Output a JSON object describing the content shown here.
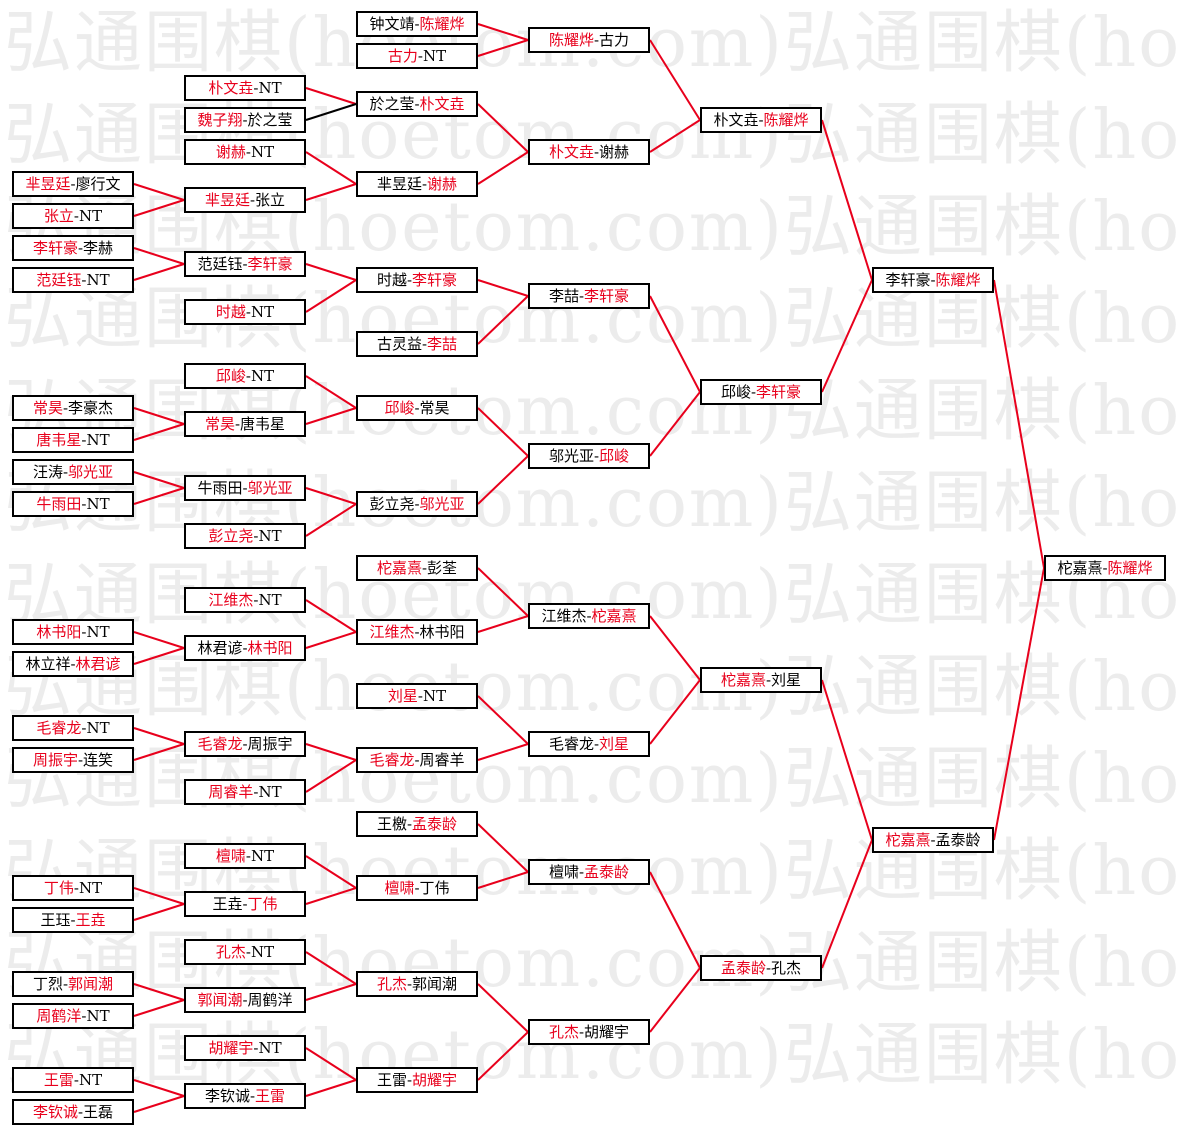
{
  "watermark": {
    "text": "弘通围棋(hoetom.com)弘通围棋(hoetom.com)弘通围棋(hoetom.",
    "lines": 12
  },
  "colors": {
    "winner": "#e8001c",
    "loser": "#000000",
    "win_line": "#e8001c",
    "lose_line": "#000000"
  },
  "matches": [
    {
      "id": "r1m1",
      "a": "芈昱廷",
      "b": "廖行文",
      "w": 0
    },
    {
      "id": "r1m2",
      "a": "张立",
      "b": "NT",
      "w": 0
    },
    {
      "id": "r1m3",
      "a": "李轩豪",
      "b": "李赫",
      "w": 0
    },
    {
      "id": "r1m4",
      "a": "范廷钰",
      "b": "NT",
      "w": 0
    },
    {
      "id": "r1m5",
      "a": "常昊",
      "b": "李豪杰",
      "w": 0
    },
    {
      "id": "r1m6",
      "a": "唐韦星",
      "b": "NT",
      "w": 0
    },
    {
      "id": "r1m7",
      "a": "汪涛",
      "b": "邬光亚",
      "w": 1
    },
    {
      "id": "r1m8",
      "a": "牛雨田",
      "b": "NT",
      "w": 0
    },
    {
      "id": "r1m9",
      "a": "林书阳",
      "b": "NT",
      "w": 0
    },
    {
      "id": "r1m10",
      "a": "林立祥",
      "b": "林君谚",
      "w": 1
    },
    {
      "id": "r1m11",
      "a": "毛睿龙",
      "b": "NT",
      "w": 0
    },
    {
      "id": "r1m12",
      "a": "周振宇",
      "b": "连笑",
      "w": 0
    },
    {
      "id": "r1m13",
      "a": "丁伟",
      "b": "NT",
      "w": 0
    },
    {
      "id": "r1m14",
      "a": "王珏",
      "b": "王垚",
      "w": 1
    },
    {
      "id": "r1m15",
      "a": "丁烈",
      "b": "郭闻潮",
      "w": 1
    },
    {
      "id": "r1m16",
      "a": "周鹤洋",
      "b": "NT",
      "w": 0
    },
    {
      "id": "r1m17",
      "a": "王雷",
      "b": "NT",
      "w": 0
    },
    {
      "id": "r1m18",
      "a": "李钦诚",
      "b": "王磊",
      "w": 0
    },
    {
      "id": "r2m1",
      "a": "朴文垚",
      "b": "NT",
      "w": 0
    },
    {
      "id": "r2m2",
      "a": "魏子翔",
      "b": "於之莹",
      "w": 0
    },
    {
      "id": "r2m3",
      "a": "谢赫",
      "b": "NT",
      "w": 0
    },
    {
      "id": "r2m4",
      "a": "芈昱廷",
      "b": "张立",
      "w": 0
    },
    {
      "id": "r2m5",
      "a": "范廷钰",
      "b": "李轩豪",
      "w": 1
    },
    {
      "id": "r2m6",
      "a": "时越",
      "b": "NT",
      "w": 0
    },
    {
      "id": "r2m7",
      "a": "邱峻",
      "b": "NT",
      "w": 0
    },
    {
      "id": "r2m8",
      "a": "常昊",
      "b": "唐韦星",
      "w": 0
    },
    {
      "id": "r2m9",
      "a": "牛雨田",
      "b": "邬光亚",
      "w": 1
    },
    {
      "id": "r2m10",
      "a": "彭立尧",
      "b": "NT",
      "w": 0
    },
    {
      "id": "r2m11",
      "a": "江维杰",
      "b": "NT",
      "w": 0
    },
    {
      "id": "r2m12",
      "a": "林君谚",
      "b": "林书阳",
      "w": 1
    },
    {
      "id": "r2m13",
      "a": "毛睿龙",
      "b": "周振宇",
      "w": 0
    },
    {
      "id": "r2m14",
      "a": "周睿羊",
      "b": "NT",
      "w": 0
    },
    {
      "id": "r2m15",
      "a": "檀啸",
      "b": "NT",
      "w": 0
    },
    {
      "id": "r2m16",
      "a": "王垚",
      "b": "丁伟",
      "w": 1
    },
    {
      "id": "r2m17",
      "a": "孔杰",
      "b": "NT",
      "w": 0
    },
    {
      "id": "r2m18",
      "a": "郭闻潮",
      "b": "周鹤洋",
      "w": 0
    },
    {
      "id": "r2m19",
      "a": "胡耀宇",
      "b": "NT",
      "w": 0
    },
    {
      "id": "r2m20",
      "a": "李钦诚",
      "b": "王雷",
      "w": 1
    },
    {
      "id": "r3m1",
      "a": "钟文靖",
      "b": "陈耀烨",
      "w": 1
    },
    {
      "id": "r3m2",
      "a": "古力",
      "b": "NT",
      "w": 0
    },
    {
      "id": "r3m3",
      "a": "於之莹",
      "b": "朴文垚",
      "w": 1
    },
    {
      "id": "r3m4",
      "a": "芈昱廷",
      "b": "谢赫",
      "w": 1
    },
    {
      "id": "r3m5",
      "a": "时越",
      "b": "李轩豪",
      "w": 1
    },
    {
      "id": "r3m6",
      "a": "古灵益",
      "b": "李喆",
      "w": 1
    },
    {
      "id": "r3m7",
      "a": "邱峻",
      "b": "常昊",
      "w": 0
    },
    {
      "id": "r3m8",
      "a": "彭立尧",
      "b": "邬光亚",
      "w": 1
    },
    {
      "id": "r3m9",
      "a": "柁嘉熹",
      "b": "彭荃",
      "w": 0
    },
    {
      "id": "r3m10",
      "a": "江维杰",
      "b": "林书阳",
      "w": 0
    },
    {
      "id": "r3m11",
      "a": "刘星",
      "b": "NT",
      "w": 0
    },
    {
      "id": "r3m12",
      "a": "毛睿龙",
      "b": "周睿羊",
      "w": 0
    },
    {
      "id": "r3m13",
      "a": "王檄",
      "b": "孟泰龄",
      "w": 1
    },
    {
      "id": "r3m14",
      "a": "檀啸",
      "b": "丁伟",
      "w": 0
    },
    {
      "id": "r3m15",
      "a": "孔杰",
      "b": "郭闻潮",
      "w": 0
    },
    {
      "id": "r3m16",
      "a": "王雷",
      "b": "胡耀宇",
      "w": 1
    },
    {
      "id": "r4m1",
      "a": "陈耀烨",
      "b": "古力",
      "w": 0
    },
    {
      "id": "r4m2",
      "a": "朴文垚",
      "b": "谢赫",
      "w": 0
    },
    {
      "id": "r4m3",
      "a": "李喆",
      "b": "李轩豪",
      "w": 1
    },
    {
      "id": "r4m4",
      "a": "邬光亚",
      "b": "邱峻",
      "w": 1
    },
    {
      "id": "r4m5",
      "a": "江维杰",
      "b": "柁嘉熹",
      "w": 1
    },
    {
      "id": "r4m6",
      "a": "毛睿龙",
      "b": "刘星",
      "w": 1
    },
    {
      "id": "r4m7",
      "a": "檀啸",
      "b": "孟泰龄",
      "w": 1
    },
    {
      "id": "r4m8",
      "a": "孔杰",
      "b": "胡耀宇",
      "w": 0
    },
    {
      "id": "r5m1",
      "a": "朴文垚",
      "b": "陈耀烨",
      "w": 1
    },
    {
      "id": "r5m2",
      "a": "邱峻",
      "b": "李轩豪",
      "w": 1
    },
    {
      "id": "r5m3",
      "a": "柁嘉熹",
      "b": "刘星",
      "w": 0
    },
    {
      "id": "r5m4",
      "a": "孟泰龄",
      "b": "孔杰",
      "w": 0
    },
    {
      "id": "r6m1",
      "a": "李轩豪",
      "b": "陈耀烨",
      "w": 1
    },
    {
      "id": "r6m2",
      "a": "柁嘉熹",
      "b": "孟泰龄",
      "w": 0
    },
    {
      "id": "r7m1",
      "a": "柁嘉熹",
      "b": "陈耀烨",
      "w": 1
    }
  ],
  "connections": [
    [
      "r1m1",
      "r2m4",
      1
    ],
    [
      "r1m2",
      "r2m4",
      1
    ],
    [
      "r1m3",
      "r2m5",
      1
    ],
    [
      "r1m4",
      "r2m5",
      1
    ],
    [
      "r1m5",
      "r2m8",
      1
    ],
    [
      "r1m6",
      "r2m8",
      1
    ],
    [
      "r1m7",
      "r2m9",
      1
    ],
    [
      "r1m8",
      "r2m9",
      1
    ],
    [
      "r1m9",
      "r2m12",
      1
    ],
    [
      "r1m10",
      "r2m12",
      1
    ],
    [
      "r1m11",
      "r2m13",
      1
    ],
    [
      "r1m12",
      "r2m13",
      1
    ],
    [
      "r1m13",
      "r2m16",
      1
    ],
    [
      "r1m14",
      "r2m16",
      1
    ],
    [
      "r1m15",
      "r2m18",
      1
    ],
    [
      "r1m16",
      "r2m18",
      1
    ],
    [
      "r1m17",
      "r2m20",
      1
    ],
    [
      "r1m18",
      "r2m20",
      1
    ],
    [
      "r2m1",
      "r3m3",
      1
    ],
    [
      "r2m2",
      "r3m3",
      0
    ],
    [
      "r2m3",
      "r3m4",
      1
    ],
    [
      "r2m4",
      "r3m4",
      1
    ],
    [
      "r2m5",
      "r3m5",
      1
    ],
    [
      "r2m6",
      "r3m5",
      1
    ],
    [
      "r2m7",
      "r3m7",
      1
    ],
    [
      "r2m8",
      "r3m7",
      1
    ],
    [
      "r2m9",
      "r3m8",
      1
    ],
    [
      "r2m10",
      "r3m8",
      1
    ],
    [
      "r2m11",
      "r3m10",
      1
    ],
    [
      "r2m12",
      "r3m10",
      1
    ],
    [
      "r2m13",
      "r3m12",
      1
    ],
    [
      "r2m14",
      "r3m12",
      1
    ],
    [
      "r2m15",
      "r3m14",
      1
    ],
    [
      "r2m16",
      "r3m14",
      1
    ],
    [
      "r2m17",
      "r3m15",
      1
    ],
    [
      "r2m18",
      "r3m15",
      1
    ],
    [
      "r2m19",
      "r3m16",
      1
    ],
    [
      "r2m20",
      "r3m16",
      1
    ],
    [
      "r3m1",
      "r4m1",
      1
    ],
    [
      "r3m2",
      "r4m1",
      1
    ],
    [
      "r3m3",
      "r4m2",
      1
    ],
    [
      "r3m4",
      "r4m2",
      1
    ],
    [
      "r3m5",
      "r4m3",
      1
    ],
    [
      "r3m6",
      "r4m3",
      1
    ],
    [
      "r3m7",
      "r4m4",
      1
    ],
    [
      "r3m8",
      "r4m4",
      1
    ],
    [
      "r3m9",
      "r4m5",
      1
    ],
    [
      "r3m10",
      "r4m5",
      1
    ],
    [
      "r3m11",
      "r4m6",
      1
    ],
    [
      "r3m12",
      "r4m6",
      1
    ],
    [
      "r3m13",
      "r4m7",
      1
    ],
    [
      "r3m14",
      "r4m7",
      1
    ],
    [
      "r3m15",
      "r4m8",
      1
    ],
    [
      "r3m16",
      "r4m8",
      1
    ],
    [
      "r4m1",
      "r5m1",
      1
    ],
    [
      "r4m2",
      "r5m1",
      1
    ],
    [
      "r4m3",
      "r5m2",
      1
    ],
    [
      "r4m4",
      "r5m2",
      1
    ],
    [
      "r4m5",
      "r5m3",
      1
    ],
    [
      "r4m6",
      "r5m3",
      1
    ],
    [
      "r4m7",
      "r5m4",
      1
    ],
    [
      "r4m8",
      "r5m4",
      1
    ],
    [
      "r5m1",
      "r6m1",
      1
    ],
    [
      "r5m2",
      "r6m1",
      1
    ],
    [
      "r5m3",
      "r6m2",
      1
    ],
    [
      "r5m4",
      "r6m2",
      1
    ],
    [
      "r6m1",
      "r7m1",
      1
    ],
    [
      "r6m2",
      "r7m1",
      1
    ]
  ]
}
